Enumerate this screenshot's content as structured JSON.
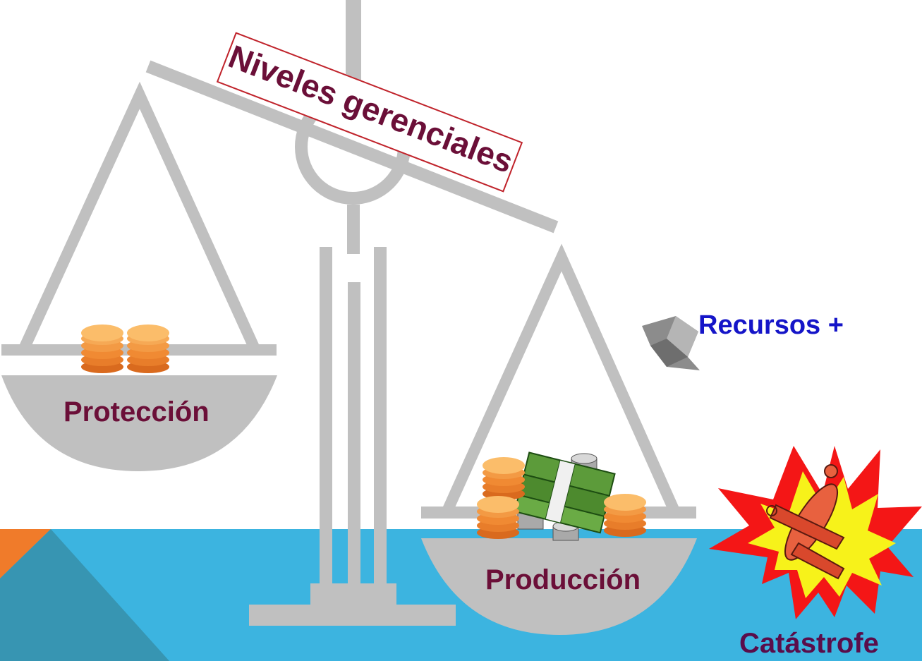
{
  "labels": {
    "management_levels": "Niveles gerenciales",
    "protection": "Protección",
    "production": "Producción",
    "resources": "Recursos +",
    "catastrophe": "Catástrofe"
  },
  "colors": {
    "scale": "#c0c0c0",
    "label_maroon": "#6b0f38",
    "resources_blue": "#1515c8",
    "water": "#3cb4e0",
    "banner_border": "#c0232b"
  },
  "icons": [
    "coins-icon",
    "money-stack-icon",
    "arrow-icon",
    "explosion-icon",
    "airplane-icon"
  ]
}
